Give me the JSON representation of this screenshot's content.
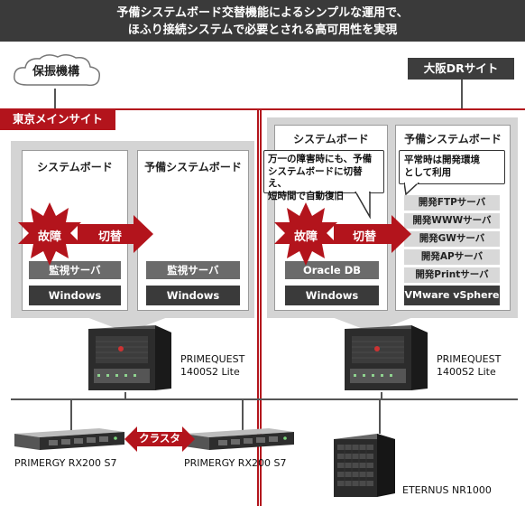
{
  "header": {
    "line1": "予備システムボード交替機能によるシンプルな運用で、",
    "line2": "ほふり接続システムで必要とされる高可用性を実現"
  },
  "cloud_label": "保振機構",
  "osaka": {
    "tag": "大阪DRサイト"
  },
  "tokyo": {
    "tag": "東京メインサイト"
  },
  "left_panel": {
    "board1": {
      "title": "システムボード",
      "monitor": "監視サーバ",
      "os": "Windows"
    },
    "board2": {
      "title": "予備システムボード",
      "monitor": "監視サーバ",
      "os": "Windows"
    },
    "failure": "故障",
    "switch": "切替",
    "server_name_1": "PRIMEQUEST",
    "server_name_2": "1400S2 Lite"
  },
  "right_panel": {
    "board1": {
      "title": "システムボード",
      "db": "Oracle DB",
      "os": "Windows"
    },
    "board2": {
      "title": "予備システムボード",
      "note_line1": "平常時は開発環境",
      "note_line2": "として利用",
      "dev_servers": [
        "開発FTPサーバ",
        "開発WWWサーバ",
        "開発GWサーバ",
        "開発APサーバ",
        "開発Printサーバ"
      ],
      "vmware": "VMware vSphere"
    },
    "callout_line1": "万一の障害時にも、予備",
    "callout_line2": "システムボードに切替え、",
    "callout_line3": "短時間で自動復旧",
    "failure": "故障",
    "switch": "切替",
    "server_name_1": "PRIMEQUEST",
    "server_name_2": "1400S2 Lite"
  },
  "bottom": {
    "rx_left": "PRIMERGY RX200 S7",
    "rx_right": "PRIMERGY RX200 S7",
    "cluster": "クラスタ",
    "storage": "ETERNUS NR1000"
  },
  "colors": {
    "accent_red": "#b3141c",
    "dark": "#3a3a3a",
    "panel_gray": "#d4d4d4"
  }
}
